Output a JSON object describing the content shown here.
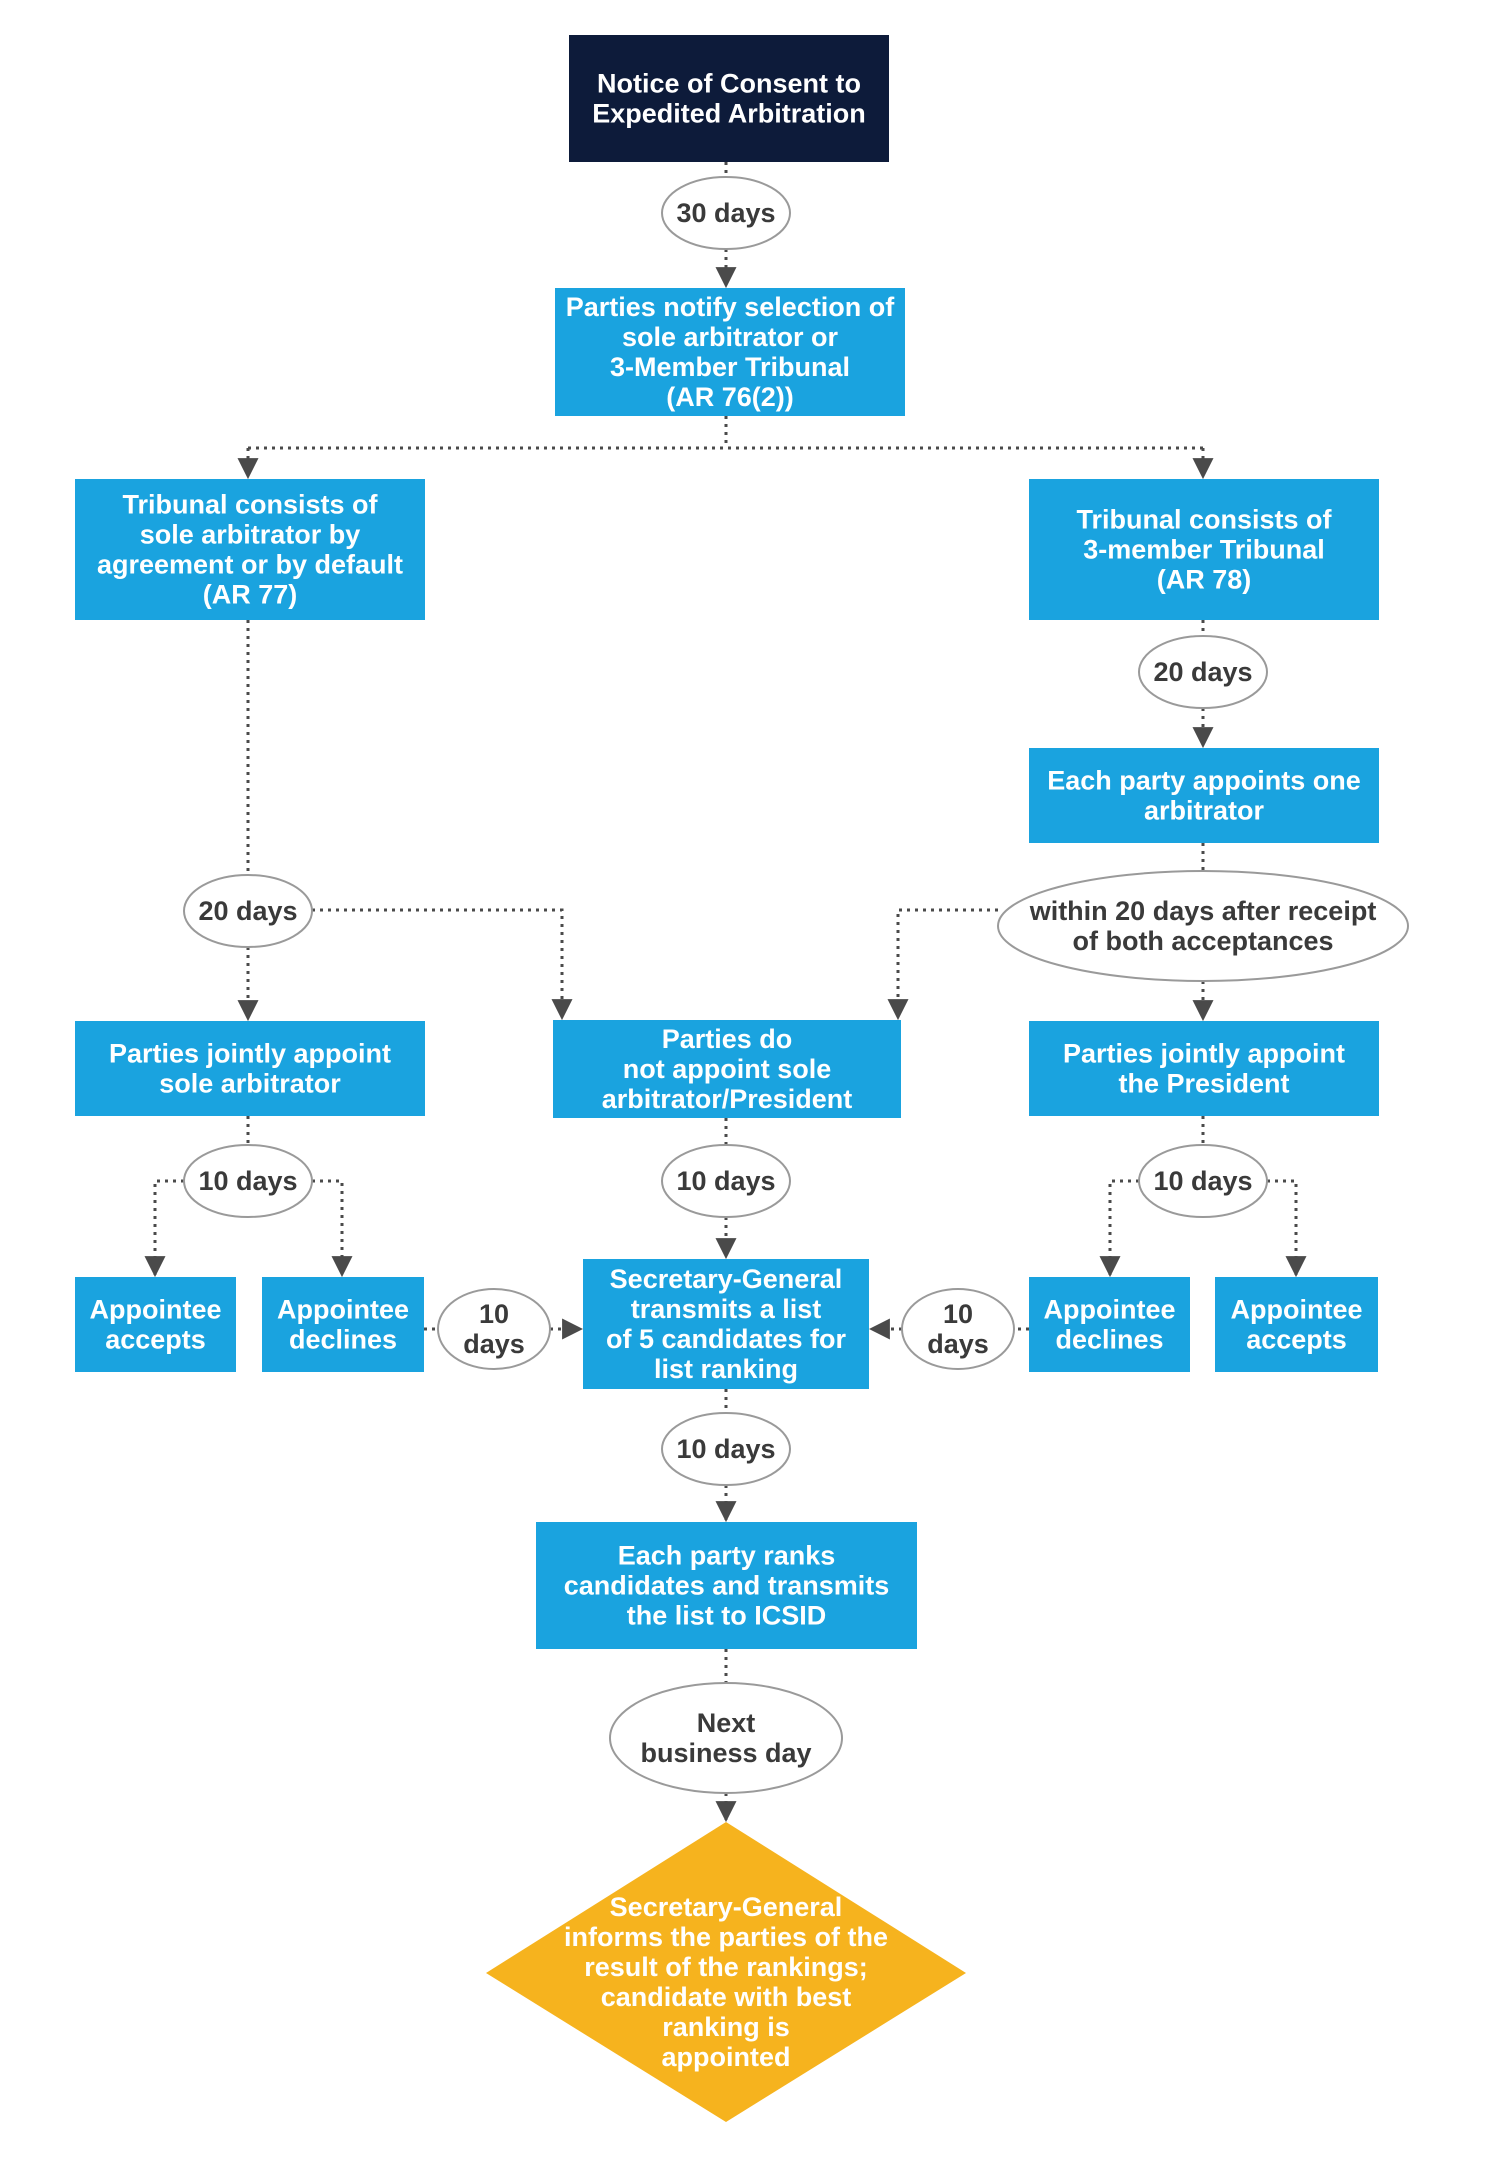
{
  "colors": {
    "start": "#0d1b3a",
    "process": "#1aa3df",
    "decision": "#f6b31e",
    "oval_stroke": "#9a9a9a",
    "connector": "#4a4a4a"
  },
  "nodes": {
    "notice": [
      "Notice of Consent to",
      "Expedited Arbitration"
    ],
    "parties_notify": [
      "Parties notify selection of",
      "sole arbitrator or",
      "3-Member Tribunal",
      "(AR 76(2))"
    ],
    "sole_tribunal": [
      "Tribunal consists of",
      "sole arbitrator by",
      "agreement or by default",
      "(AR 77)"
    ],
    "three_tribunal": [
      "Tribunal consists of",
      "3-member Tribunal",
      "(AR 78)"
    ],
    "each_party_appoints": [
      "Each party appoints one",
      "arbitrator"
    ],
    "jointly_sole": [
      "Parties jointly appoint",
      "sole arbitrator"
    ],
    "do_not_appoint": [
      "Parties do",
      "not appoint sole",
      "arbitrator/President"
    ],
    "jointly_president": [
      "Parties jointly appoint",
      "the President"
    ],
    "left_accepts": [
      "Appointee",
      "accepts"
    ],
    "left_declines": [
      "Appointee",
      "declines"
    ],
    "sg_transmits": [
      "Secretary-General",
      "transmits a list",
      "of 5 candidates for",
      "list ranking"
    ],
    "right_declines": [
      "Appointee",
      "declines"
    ],
    "right_accepts": [
      "Appointee",
      "accepts"
    ],
    "each_party_ranks": [
      "Each party ranks",
      "candidates and transmits",
      "the list to ICSID"
    ],
    "sg_informs": [
      "Secretary-General",
      "informs the parties of the",
      "result of the rankings;",
      "candidate with best",
      "ranking is",
      "appointed"
    ]
  },
  "ovals": {
    "o30": [
      "30 days"
    ],
    "o20_right": [
      "20 days"
    ],
    "o20_left": [
      "20 days"
    ],
    "o_within": [
      "within 20 days after receipt",
      "of both acceptances"
    ],
    "o10_left": [
      "10 days"
    ],
    "o10_center": [
      "10 days"
    ],
    "o10_right": [
      "10 days"
    ],
    "o10_mid_left": [
      "10",
      "days"
    ],
    "o10_mid_right": [
      "10",
      "days"
    ],
    "o10_lower": [
      "10 days"
    ],
    "o_next": [
      "Next",
      "business day"
    ]
  }
}
